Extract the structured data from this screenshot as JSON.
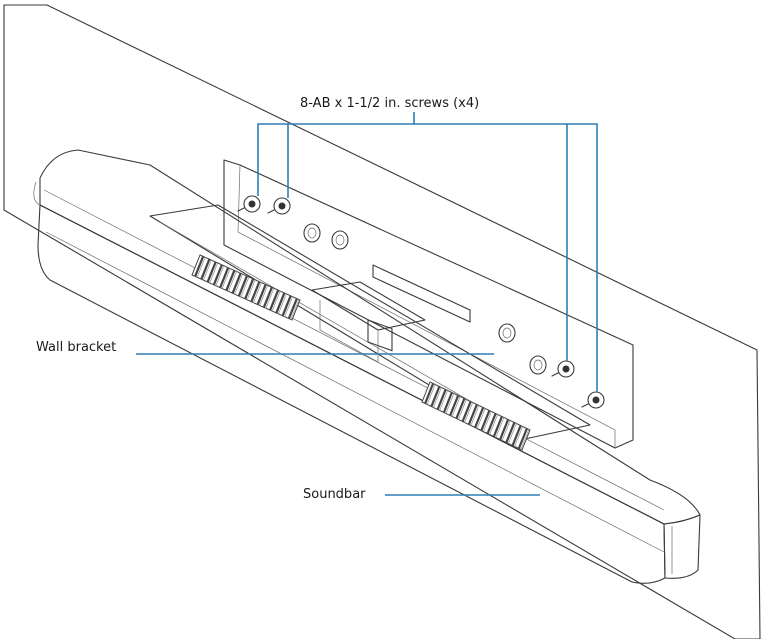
{
  "labels": {
    "screws": "8-AB x 1-1/2 in. screws (x4)",
    "wall_bracket": "Wall bracket",
    "soundbar": "Soundbar"
  },
  "colors": {
    "callout": "#2f7fb5",
    "line": "#3a3a3a",
    "grille": "#444444"
  }
}
